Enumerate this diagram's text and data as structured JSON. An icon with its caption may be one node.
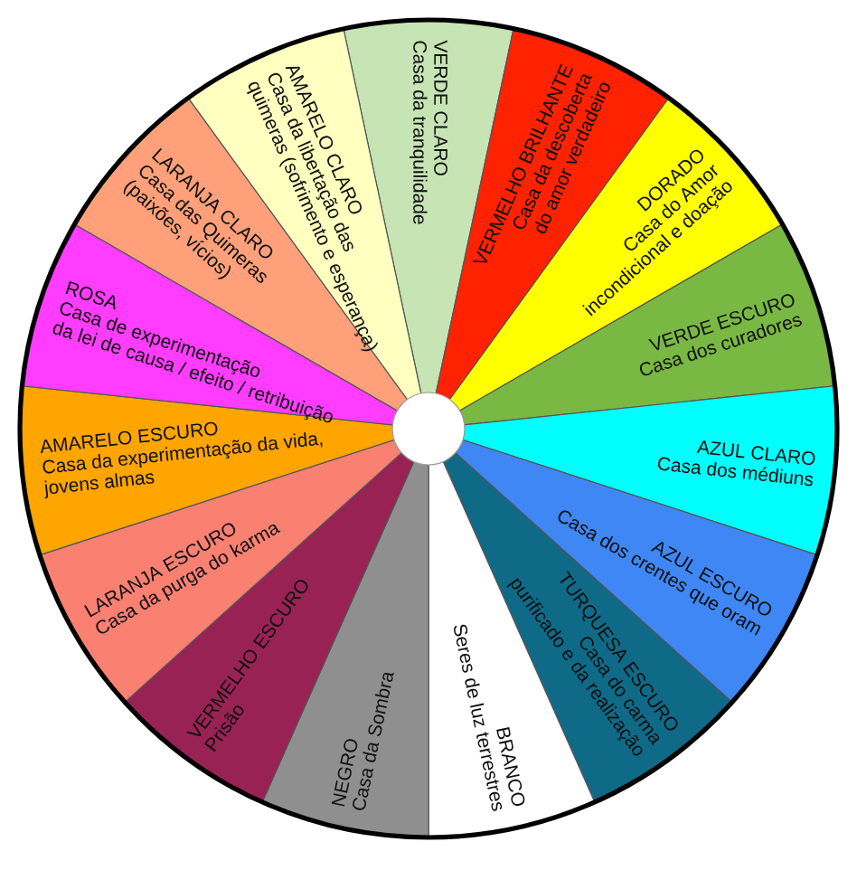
{
  "diagram": {
    "nodes": [
      {
        "text": [
          "VERDE CLARO",
          "Casa da tranquilidade"
        ]
      },
      {
        "text": [
          "VERMELHO BRILHANTE",
          "Casa da descoberta do amor verdadeiro"
        ]
      },
      {
        "text": [
          "DORADO",
          "Casa do Amor incondicional e doação"
        ]
      },
      {
        "text": [
          "VERDE ESCURO",
          "Casa dos curadores"
        ]
      },
      {
        "text": [
          "AZUL CLARO",
          "Casa dos médiuns"
        ]
      },
      {
        "text": [
          "AZUL ESCURO",
          "Casa dos crentes que oram"
        ]
      },
      {
        "text": [
          "TURQUESA ESCURO",
          "Casa do carma purificado e da realização"
        ]
      },
      {
        "text": [
          "BRANCO",
          "Seres de luz terrestres"
        ]
      },
      {
        "text": [
          "NEGRO",
          "Casa da Sombra"
        ]
      },
      {
        "text": [
          "VERMELHO ESCURO",
          "Prisão"
        ]
      },
      {
        "text": [
          "LARANJA ESCURO",
          "Casa da purga do karma"
        ]
      },
      {
        "text": [
          "AMARELO ESCURO",
          "Casa da experimentação da vida, jovens almas"
        ]
      },
      {
        "text": [
          "ROSA",
          "Casa de experimentação da lei de causa / efeito / retribuição"
        ]
      },
      {
        "text": [
          "LARANJA CLARO",
          "Casa das Quimeras (paixões, vícios)"
        ]
      },
      {
        "text": [
          "AMARELO CLARO",
          "Casa da libertação das quimeras (sofrimento e esperança)"
        ]
      }
    ]
  }
}
